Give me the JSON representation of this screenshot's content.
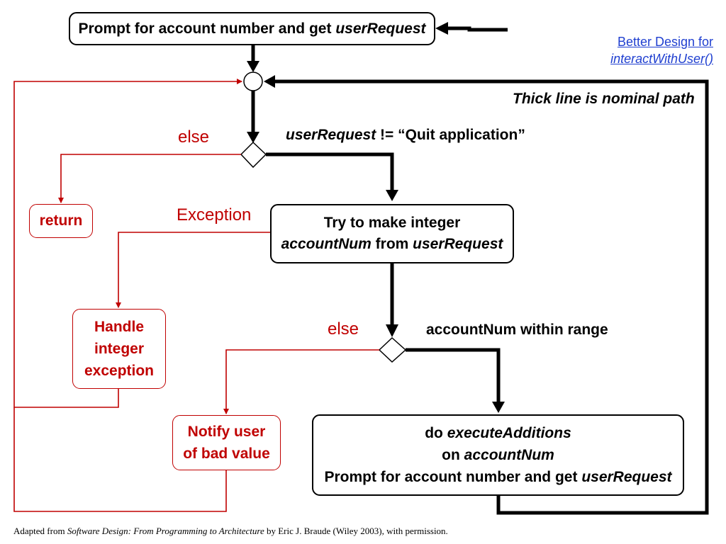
{
  "nodes": {
    "prompt": {
      "pre": "Prompt for account number and get ",
      "var": "userRequest"
    },
    "return_box": {
      "text": "return"
    },
    "try_box": {
      "line1": "Try to make integer",
      "var1": "accountNum",
      "mid": " from ",
      "var2": "userRequest"
    },
    "handle_box": {
      "line1": "Handle",
      "line2": "integer",
      "line3": "exception"
    },
    "notify_box": {
      "line1": "Notify user",
      "line2": "of bad value"
    },
    "execute_box": {
      "l1_pre": "do ",
      "l1_var": "executeAdditions",
      "l2_pre": "on ",
      "l2_var": "accountNum",
      "l3_pre": "Prompt for account number and get ",
      "l3_var": "userRequest"
    }
  },
  "labels": {
    "else_top": "else",
    "exception": "Exception",
    "else_bottom": "else",
    "condition_top_var": "userRequest",
    "condition_top_rest": " != “Quit application”",
    "condition_bottom": "accountNum within range",
    "nominal_note": "Thick line is nominal path"
  },
  "link": {
    "line1": "Better Design for",
    "line2": "interactWithUser()"
  },
  "footer": {
    "pre": "Adapted from ",
    "book": "Software Design: From Programming to Architecture",
    "post": " by Eric J. Braude (Wiley 2003), with permission."
  },
  "colors": {
    "nominal": "#000000",
    "exception": "#c00000",
    "link": "#1f3fd0"
  }
}
